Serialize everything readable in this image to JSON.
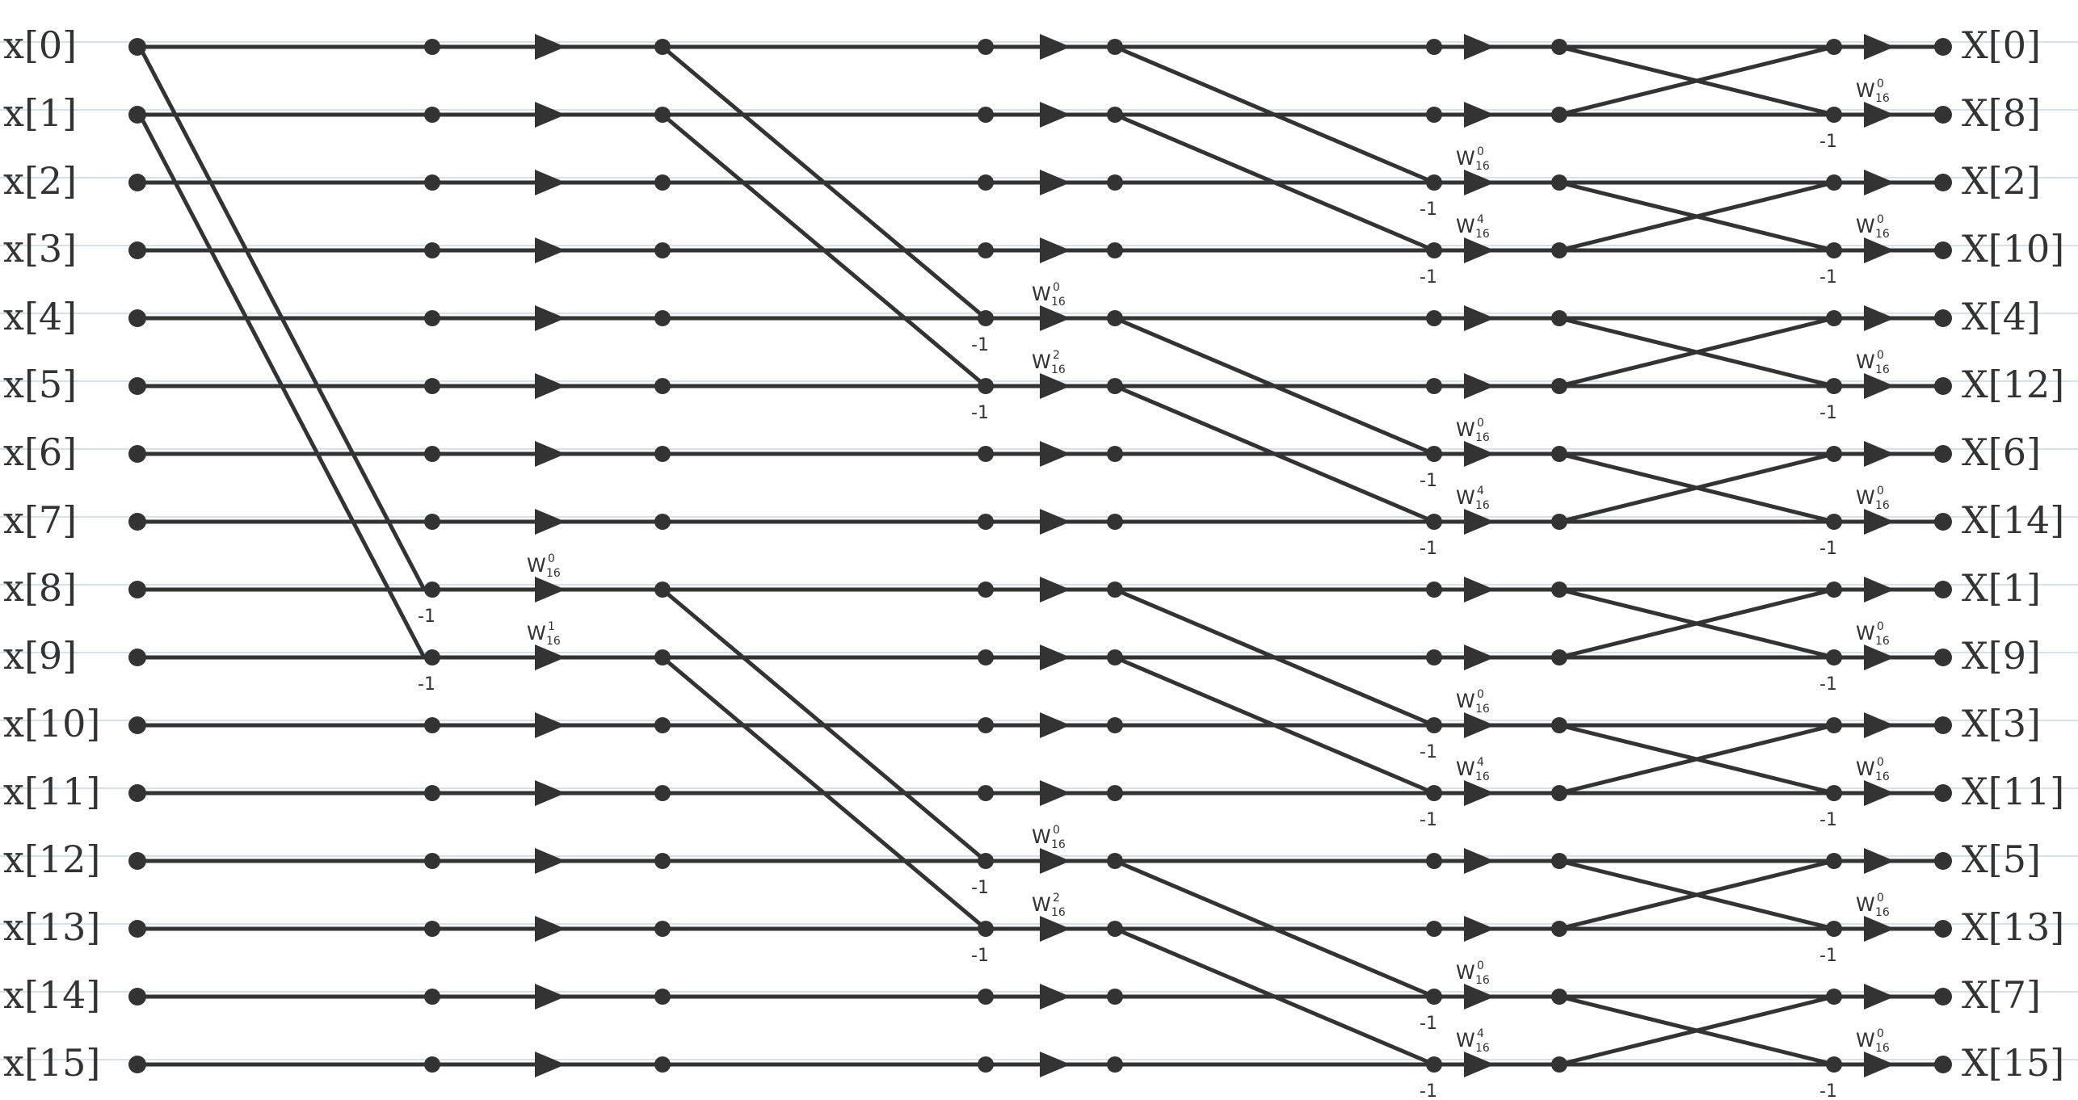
{
  "diagram": {
    "inputs": [
      "x[0]",
      "x[1]",
      "x[2]",
      "x[3]",
      "x[4]",
      "x[5]",
      "x[6]",
      "x[7]",
      "x[8]",
      "x[9]",
      "x[10]",
      "x[11]",
      "x[12]",
      "x[13]",
      "x[14]",
      "x[15]"
    ],
    "outputs": [
      "X[0]",
      "X[8]",
      "X[2]",
      "X[10]",
      "X[4]",
      "X[12]",
      "X[6]",
      "X[14]",
      "X[1]",
      "X[9]",
      "X[3]",
      "X[11]",
      "X[5]",
      "X[13]",
      "X[7]",
      "X[15]"
    ],
    "neg_label": "-1",
    "twiddle_base": "W",
    "twiddle_sub": "16",
    "stage1_twiddles": [
      {
        "row": 8,
        "exp": "0"
      },
      {
        "row": 9,
        "exp": "1"
      }
    ],
    "stage2_twiddles": [
      {
        "row": 4,
        "exp": "0"
      },
      {
        "row": 5,
        "exp": "2"
      },
      {
        "row": 12,
        "exp": "0"
      },
      {
        "row": 13,
        "exp": "2"
      }
    ],
    "stage3_twiddles": [
      {
        "row": 2,
        "exp": "0"
      },
      {
        "row": 3,
        "exp": "4"
      },
      {
        "row": 6,
        "exp": "0"
      },
      {
        "row": 7,
        "exp": "4"
      },
      {
        "row": 10,
        "exp": "0"
      },
      {
        "row": 11,
        "exp": "4"
      },
      {
        "row": 14,
        "exp": "0"
      },
      {
        "row": 15,
        "exp": "4"
      }
    ],
    "stage4_twiddles": [
      {
        "row": 1,
        "exp": "0"
      },
      {
        "row": 3,
        "exp": "0"
      },
      {
        "row": 5,
        "exp": "0"
      },
      {
        "row": 7,
        "exp": "0"
      },
      {
        "row": 9,
        "exp": "0"
      },
      {
        "row": 11,
        "exp": "0"
      },
      {
        "row": 13,
        "exp": "0"
      },
      {
        "row": 15,
        "exp": "0"
      }
    ],
    "colors": {
      "ink": "#333333",
      "ruled_lines": "#cfe3f0",
      "paper": "#ffffff"
    }
  }
}
